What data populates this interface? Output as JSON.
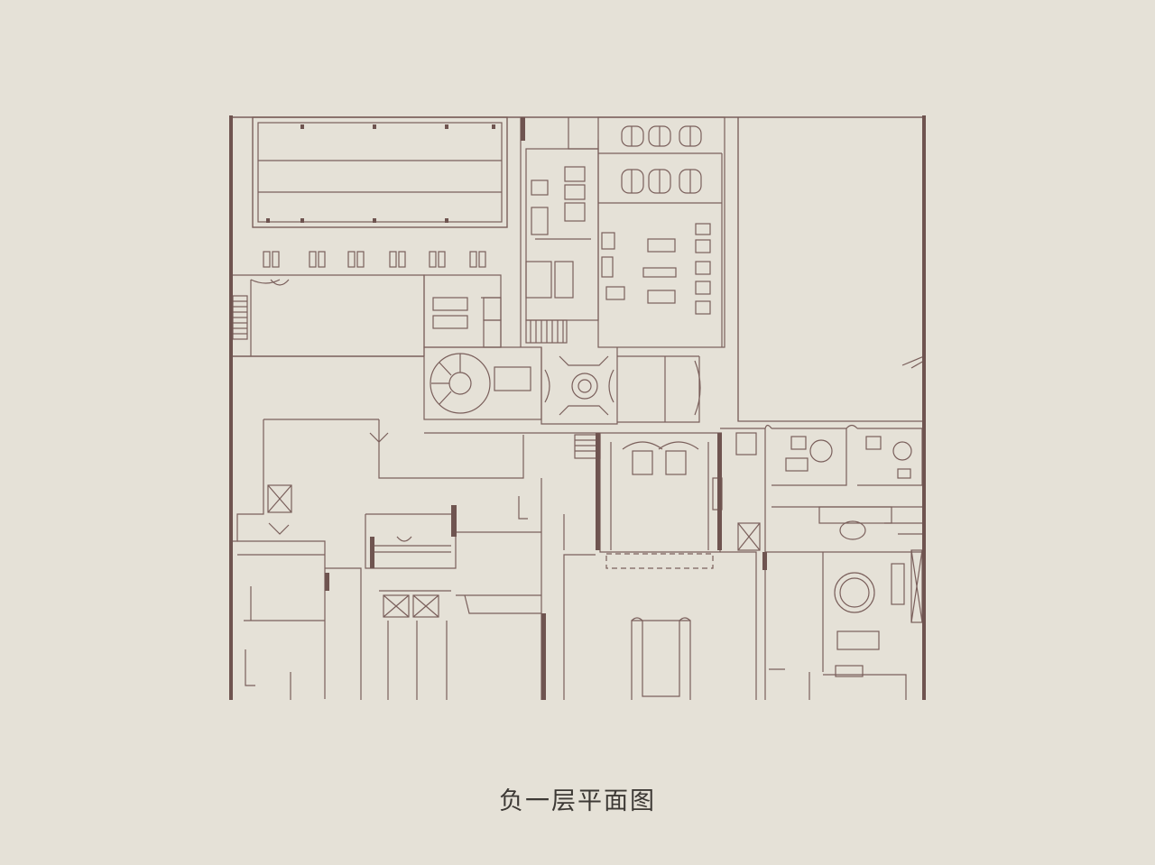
{
  "caption": "负一层平面图",
  "colors": {
    "background": "#e5e1d7",
    "line": "#7a5f5b",
    "wall": "#6f5450",
    "caption": "#3d3935"
  },
  "rooms": [
    {
      "id": "pool",
      "label": ""
    },
    {
      "id": "kitchen",
      "label": ""
    },
    {
      "id": "gym",
      "label": ""
    },
    {
      "id": "spiral-stair",
      "label": ""
    },
    {
      "id": "central-hall",
      "label": ""
    },
    {
      "id": "study",
      "label": ""
    },
    {
      "id": "dining",
      "label": ""
    },
    {
      "id": "garage-ramp",
      "label": ""
    },
    {
      "id": "elevators",
      "label": ""
    }
  ]
}
